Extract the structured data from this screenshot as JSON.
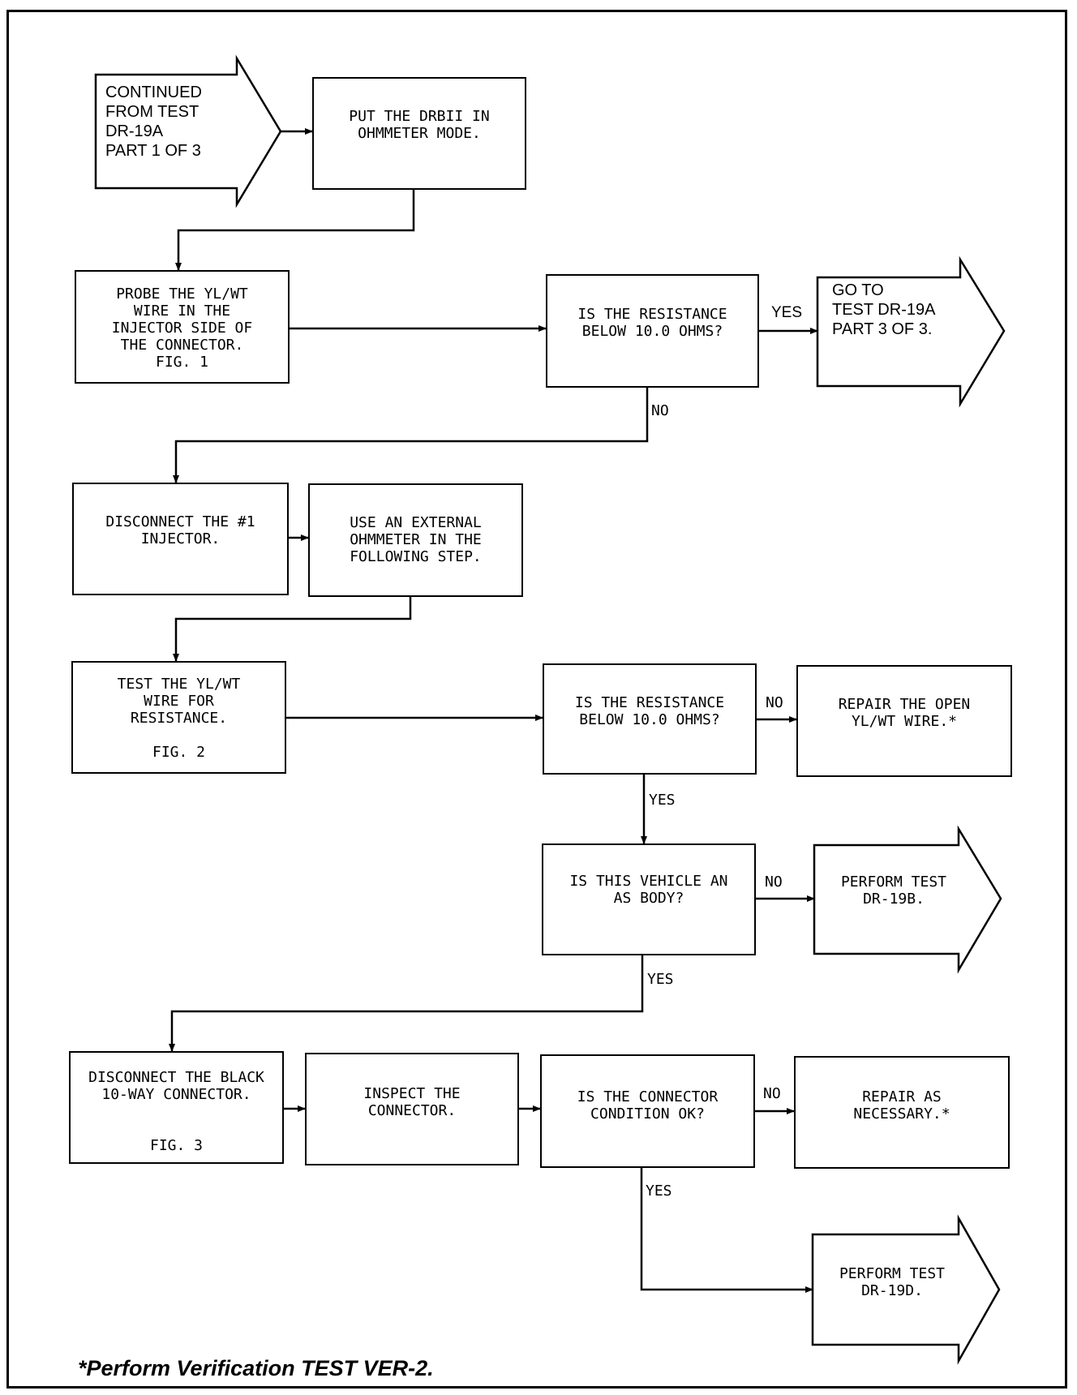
{
  "start": {
    "text": "CONTINUED\nFROM TEST\nDR-19A\nPART 1 OF 3"
  },
  "boxes": {
    "put_drbii": "PUT THE DRBII IN\nOHMMETER MODE.",
    "probe_wire": "PROBE THE YL/WT\nWIRE IN THE\nINJECTOR SIDE OF\nTHE CONNECTOR.\nFIG. 1",
    "q_resistance_1": "IS THE RESISTANCE\nBELOW 10.0 OHMS?",
    "disconnect_injector": "DISCONNECT THE #1\nINJECTOR.",
    "use_external": "USE AN EXTERNAL\nOHMMETER IN THE\nFOLLOWING STEP.",
    "test_wire": "TEST THE YL/WT\nWIRE FOR\nRESISTANCE.\n\nFIG. 2",
    "q_resistance_2": "IS THE RESISTANCE\nBELOW 10.0 OHMS?",
    "repair_open": "REPAIR THE OPEN\nYL/WT WIRE.*",
    "q_as_body": "IS THIS VEHICLE AN\nAS BODY?",
    "disconnect_black": "DISCONNECT THE BLACK\n10-WAY CONNECTOR.\n\n\nFIG. 3",
    "inspect_connector": "INSPECT THE\nCONNECTOR.",
    "q_connector_ok": "IS THE CONNECTOR\nCONDITION OK?",
    "repair_necessary": "REPAIR AS\nNECESSARY.*"
  },
  "terminals": {
    "goto_part3": "GO TO\nTEST DR-19A\nPART 3 OF 3.",
    "perform_19b": "PERFORM TEST\nDR-19B.",
    "perform_19d": "PERFORM TEST\nDR-19D."
  },
  "labels": {
    "yes_1": "YES",
    "no_1": "NO",
    "no_2": "NO",
    "yes_2": "YES",
    "no_3": "NO",
    "yes_3": "YES",
    "no_4": "NO",
    "yes_4": "YES"
  },
  "footnote": "*Perform Verification TEST VER-2."
}
